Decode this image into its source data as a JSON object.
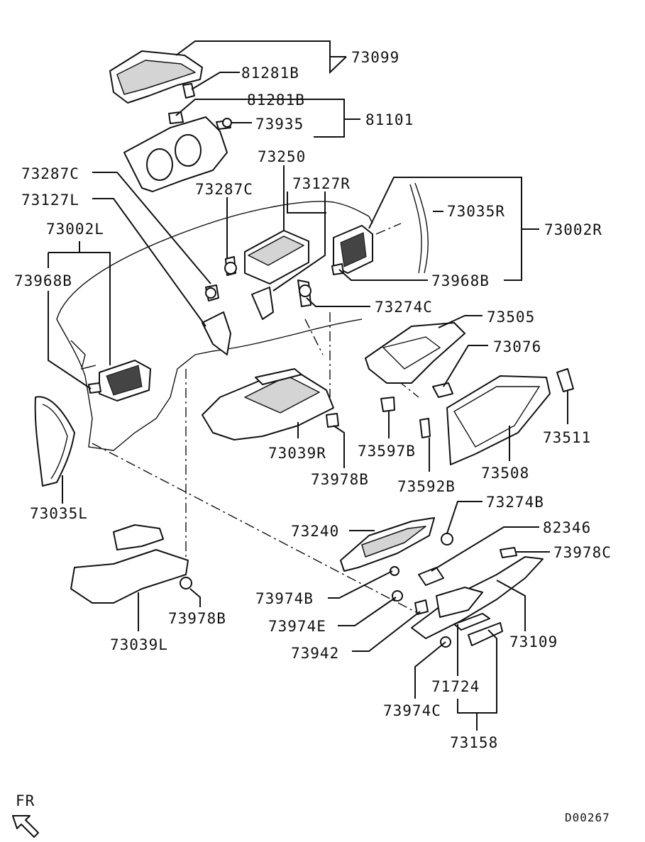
{
  "diagram_id": "D00267",
  "direction_label": "FR",
  "parts": {
    "p73099": "73099",
    "p81281B_a": "81281B",
    "p81281B_b": "81281B",
    "p81101": "81101",
    "p73935": "73935",
    "p73250": "73250",
    "p73287C_a": "73287C",
    "p73287C_b": "73287C",
    "p73127L": "73127L",
    "p73127R": "73127R",
    "p73002L": "73002L",
    "p73002R": "73002R",
    "p73035R": "73035R",
    "p73968B_a": "73968B",
    "p73968B_b": "73968B",
    "p73274C": "73274C",
    "p73505": "73505",
    "p73076": "73076",
    "p73511": "73511",
    "p73508": "73508",
    "p73039R": "73039R",
    "p73597B": "73597B",
    "p73978B_a": "73978B",
    "p73592B": "73592B",
    "p73035L": "73035L",
    "p73274B": "73274B",
    "p73240": "73240",
    "p82346": "82346",
    "p73978C": "73978C",
    "p73974B": "73974B",
    "p73109": "73109",
    "p73974E": "73974E",
    "p73978B_b": "73978B",
    "p73942": "73942",
    "p73039L": "73039L",
    "p71724": "71724",
    "p73974C": "73974C",
    "p73158": "73158"
  }
}
